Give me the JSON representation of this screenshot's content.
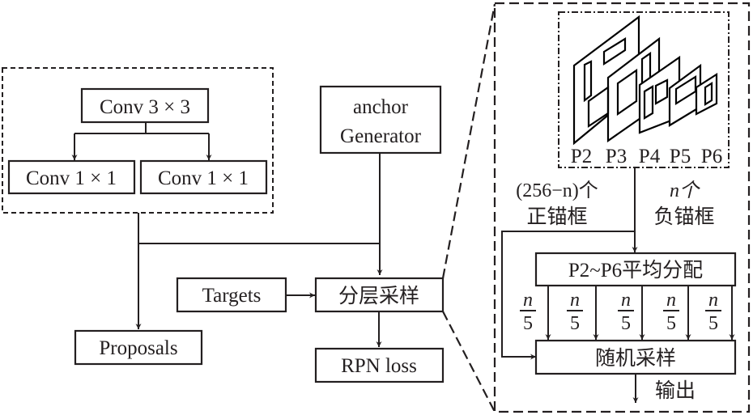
{
  "diagram": {
    "rpn_head": {
      "conv3": "Conv 3 × 3",
      "conv1_left": "Conv 1 × 1",
      "conv1_right": "Conv 1 × 1"
    },
    "anchor_generator": {
      "line1": "anchor",
      "line2": "Generator"
    },
    "targets": "Targets",
    "hierarchical_sampling": "分层采样",
    "proposals": "Proposals",
    "rpn_loss": "RPN loss",
    "detail": {
      "pyramid_levels": [
        "P2",
        "P3",
        "P4",
        "P5",
        "P6"
      ],
      "positive_label_line1": "(256−n)个",
      "positive_label_line2": "正锚框",
      "negative_label_line1": "n个",
      "negative_label_line2": "负锚框",
      "allocate_box": "P2~P6平均分配",
      "fraction_numerator": "n",
      "fraction_denominator": "5",
      "random_sampling": "随机采样",
      "output_label": "输出"
    }
  }
}
